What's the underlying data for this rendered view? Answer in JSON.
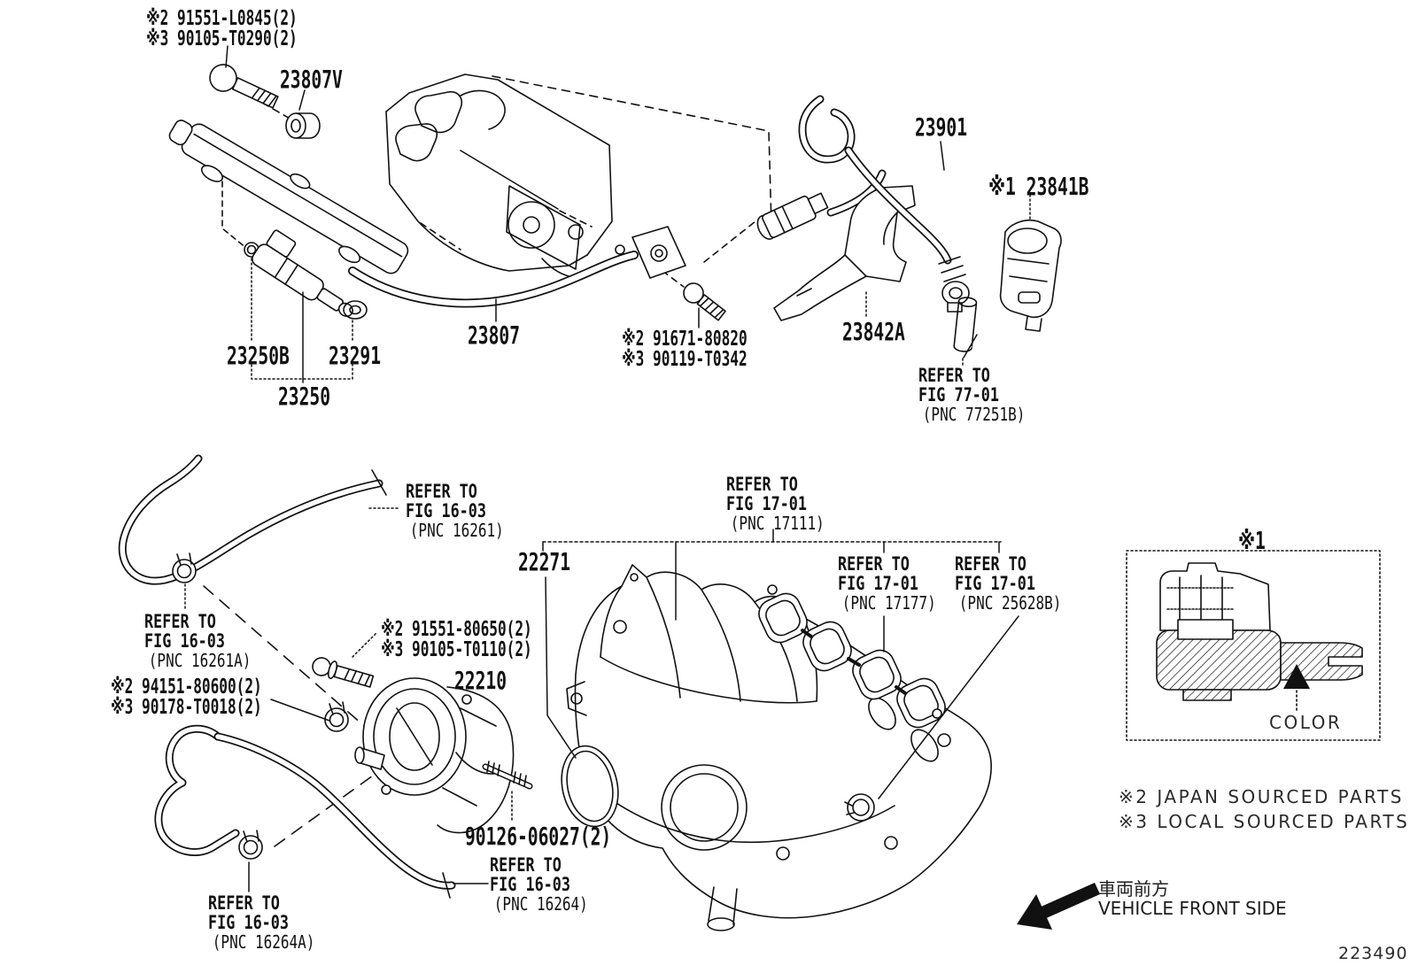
{
  "parts": {
    "rail_bolt_1": "※2 91551-L0845(2)",
    "rail_bolt_2": "※3 90105-T0290(2)",
    "cap": "23807V",
    "oring": "23250B",
    "grommet": "23291",
    "injector": "23250",
    "fuel_pipe": "23807",
    "pipe_bolt_1": "※2 91671-80820",
    "pipe_bolt_2": "※3 90119-T0342",
    "vent_hose": "23901",
    "cover": "※1 23841B",
    "protector": "23842A",
    "clamp_1": "※2 94151-80600(2)",
    "clamp_2": "※3 90178-T0018(2)",
    "throttle_bolt_1": "※2 91551-80650(2)",
    "throttle_bolt_2": "※3 90105-T0110(2)",
    "throttle_body": "22210",
    "gasket": "22271",
    "stud_bolt": "90126-06027(2)"
  },
  "references": {
    "fig77_01": {
      "refer": "REFER TO",
      "fig": "FIG 77-01",
      "pnc": "(PNC 77251B)"
    },
    "fig16_03_16261": {
      "refer": "REFER TO",
      "fig": "FIG 16-03",
      "pnc": "(PNC 16261)"
    },
    "fig16_03_16261a": {
      "refer": "REFER TO",
      "fig": "FIG 16-03",
      "pnc": "(PNC 16261A)"
    },
    "fig17_01_17111": {
      "refer": "REFER TO",
      "fig": "FIG 17-01",
      "pnc": "(PNC 17111)"
    },
    "fig17_01_17177": {
      "refer": "REFER TO",
      "fig": "FIG 17-01",
      "pnc": "(PNC 17177)"
    },
    "fig17_01_25628b": {
      "refer": "REFER TO",
      "fig": "FIG 17-01",
      "pnc": "(PNC 25628B)"
    },
    "fig16_03_16264": {
      "refer": "REFER TO",
      "fig": "FIG 16-03",
      "pnc": "(PNC 16264)"
    },
    "fig16_03_16264a": {
      "refer": "REFER TO",
      "fig": "FIG 16-03",
      "pnc": "(PNC 16264A)"
    }
  },
  "notes": {
    "note2": "※2 JAPAN SOURCED PARTS",
    "note3": "※3 LOCAL SOURCED PARTS"
  },
  "inset": {
    "ref": "※1",
    "caption": "COLOR"
  },
  "direction": {
    "jp": "車両前方",
    "en": "VEHICLE FRONT SIDE"
  },
  "footer": {
    "figure_number": "223490"
  }
}
